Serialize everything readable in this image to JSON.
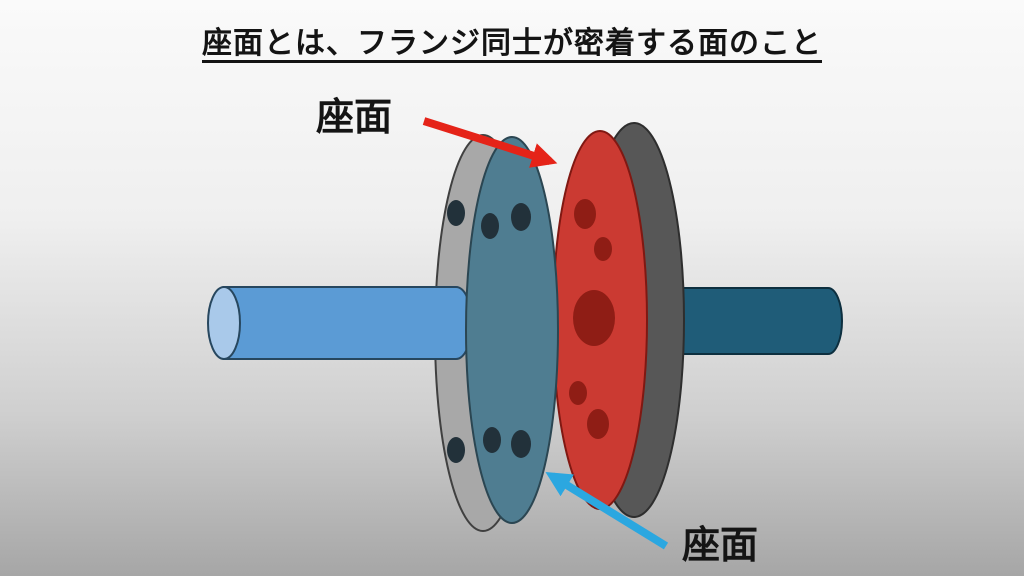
{
  "slide": {
    "title": "座面とは、フランジ同士が密着する面のこと",
    "annotations": {
      "top_label": "座面",
      "bottom_label": "座面"
    }
  },
  "colors": {
    "arrow_red": "#e52318",
    "arrow_blue": "#2ba7e0",
    "left_pipe": "#5b9bd5",
    "left_pipe_cap": "#a9c9ea",
    "left_flange_body": "#a8a8a8",
    "left_flange_face": "#4f7d91",
    "bolt_hole_dark": "#22313a",
    "right_flange_body": "#575757",
    "right_flange_face": "#cb3a32",
    "bolt_hole_red": "#8f1d15",
    "right_pipe": "#1f5c78"
  }
}
